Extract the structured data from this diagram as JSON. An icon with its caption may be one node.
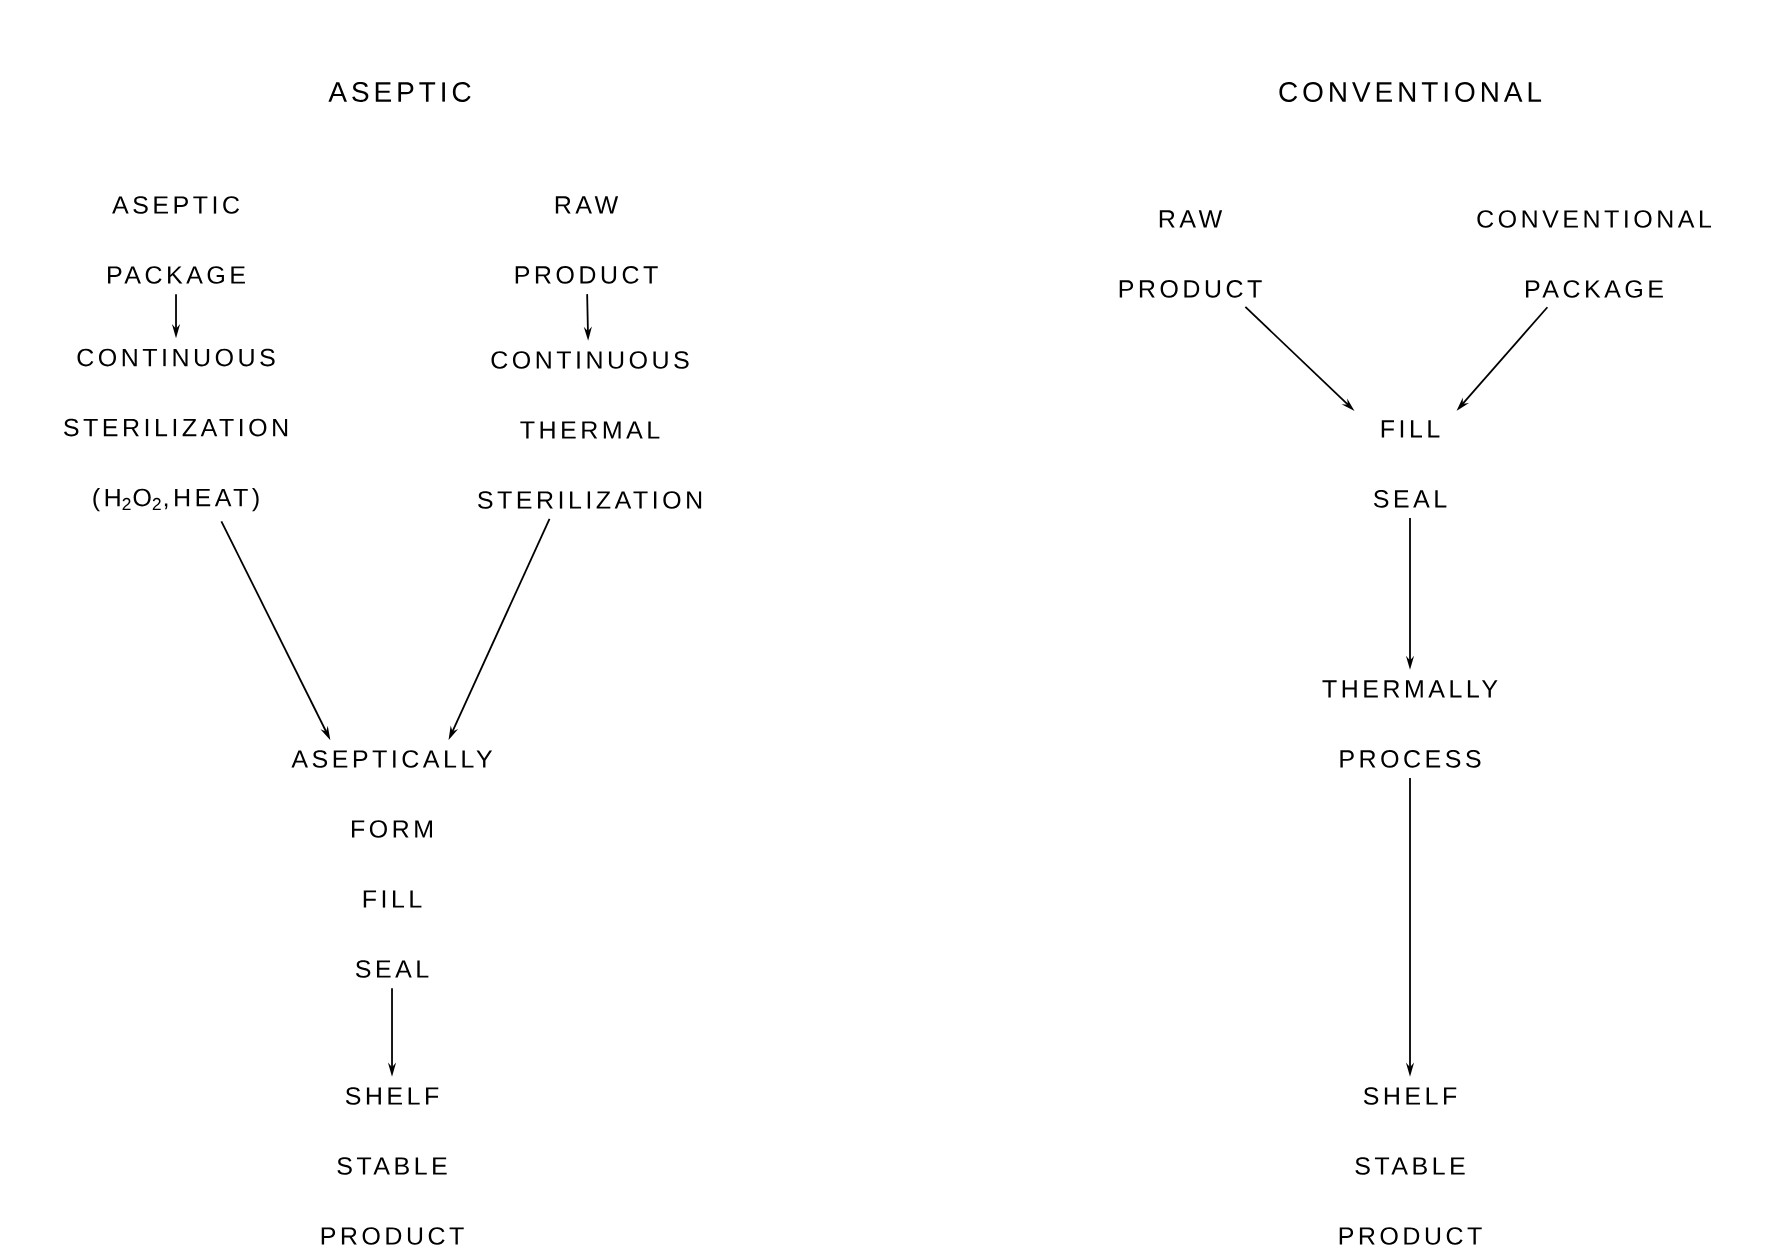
{
  "diagram": {
    "nodes": [
      {
        "text": [
          "ASEPTIC PACKAGE"
        ]
      },
      {
        "text": [
          "RAW PRODUCT"
        ]
      },
      {
        "text": [
          "CONTINUOUS STERILIZATION (H$_{2}$O$_{2}$,HEAT)"
        ]
      },
      {
        "text": [
          "CONTINUOUS THERMAL STERILIZATION"
        ]
      },
      {
        "text": [
          "ASEPTICALLY FORM FILL SEAL"
        ]
      },
      {
        "text": [
          "SHELF STABLE PRODUCT"
        ]
      },
      {
        "text": [
          "RAW PRODUCT"
        ]
      },
      {
        "text": [
          "CONVENTIONAL PACKAGE"
        ]
      },
      {
        "text": [
          "FILL SEAL"
        ]
      },
      {
        "text": [
          "THERMALLY PROCESS"
        ]
      },
      {
        "text": [
          "SHELF STABLE PRODUCT"
        ]
      }
    ],
    "edges": [
      {
        "from": 0,
        "to": 2,
        "arrow": "to"
      },
      {
        "from": 1,
        "to": 3,
        "arrow": "to"
      },
      {
        "from": 2,
        "to": 4,
        "arrow": "to"
      },
      {
        "from": 3,
        "to": 4,
        "arrow": "to"
      },
      {
        "from": 4,
        "to": 5,
        "arrow": "to"
      },
      {
        "from": 6,
        "to": 8,
        "arrow": "to"
      },
      {
        "from": 7,
        "to": 8,
        "arrow": "to"
      },
      {
        "from": 8,
        "to": 9,
        "arrow": "to"
      },
      {
        "from": 9,
        "to": 10,
        "arrow": "to"
      }
    ],
    "labels": [
      "ASEPTIC",
      "CONVENTIONAL"
    ]
  }
}
